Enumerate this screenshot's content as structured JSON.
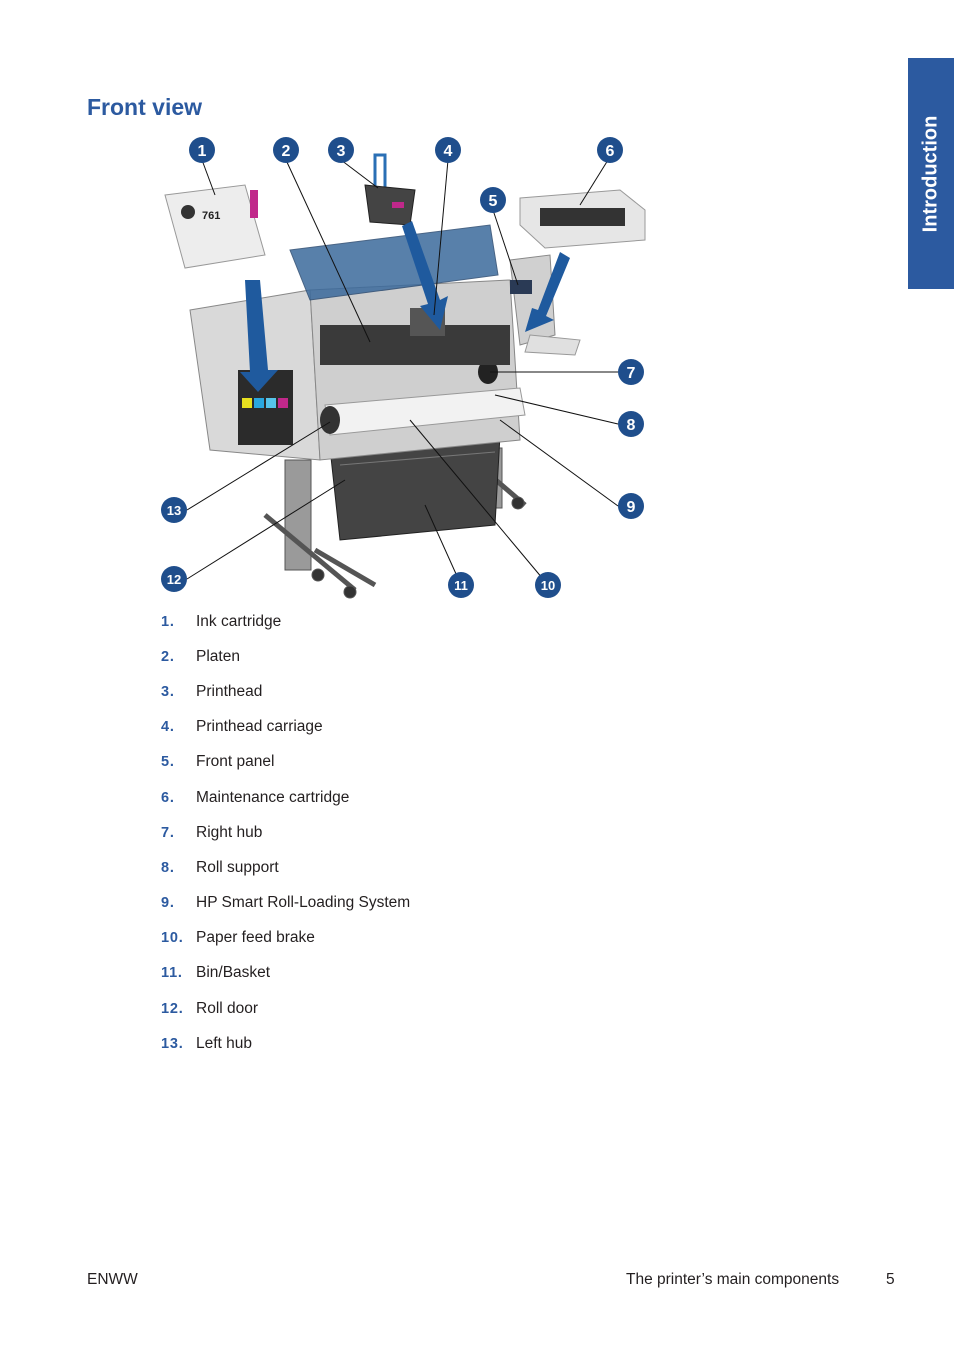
{
  "side_tab": {
    "label": "Introduction"
  },
  "heading": "Front view",
  "figure": {
    "callouts": [
      "1",
      "2",
      "3",
      "4",
      "5",
      "6",
      "7",
      "8",
      "9",
      "10",
      "11",
      "12",
      "13"
    ],
    "cartridge_label": "761",
    "colors": {
      "callout_fill": "#1f4e8c",
      "accent": "#2c5aa0",
      "arrow": "#1f5a9e",
      "magenta": "#c0288a"
    }
  },
  "parts": [
    {
      "num": "1.",
      "label": "Ink cartridge"
    },
    {
      "num": "2.",
      "label": "Platen"
    },
    {
      "num": "3.",
      "label": "Printhead"
    },
    {
      "num": "4.",
      "label": "Printhead carriage"
    },
    {
      "num": "5.",
      "label": "Front panel"
    },
    {
      "num": "6.",
      "label": "Maintenance cartridge"
    },
    {
      "num": "7.",
      "label": "Right hub"
    },
    {
      "num": "8.",
      "label": "Roll support"
    },
    {
      "num": "9.",
      "label": "HP Smart Roll-Loading System"
    },
    {
      "num": "10.",
      "label": "Paper feed brake"
    },
    {
      "num": "11.",
      "label": "Bin/Basket"
    },
    {
      "num": "12.",
      "label": "Roll door"
    },
    {
      "num": "13.",
      "label": "Left hub"
    }
  ],
  "footer": {
    "left": "ENWW",
    "right": "The printer’s main components",
    "page": "5"
  }
}
